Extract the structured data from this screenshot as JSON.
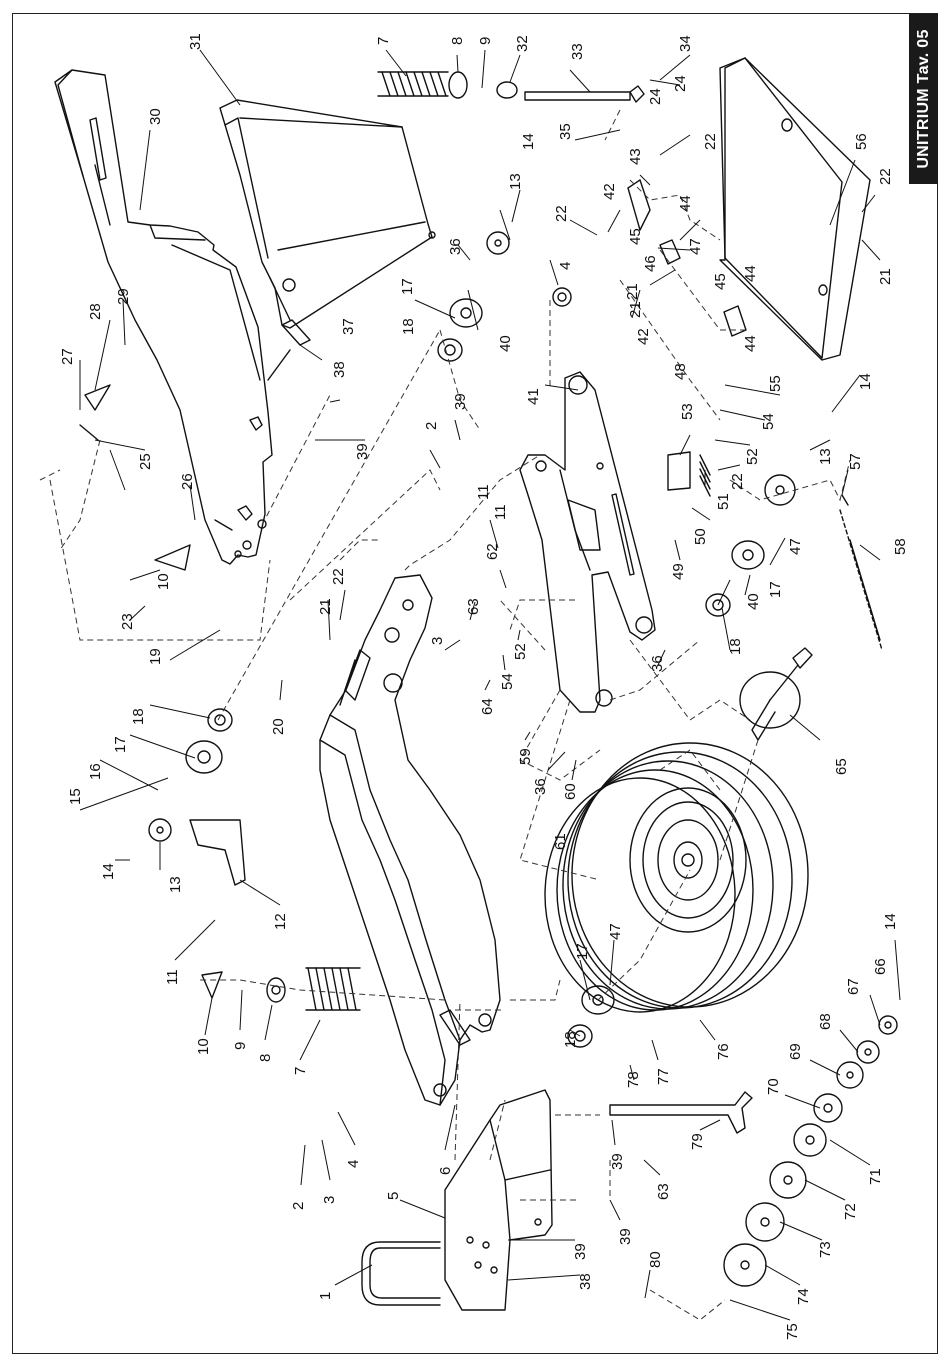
{
  "tab_label": "UNITRIUM Tav. 05",
  "colors": {
    "ink": "#111111",
    "tab_bg": "#1a1a1a",
    "tab_text": "#ffffff",
    "paper": "#ffffff"
  },
  "callouts": [
    {
      "n": "1"
    },
    {
      "n": "2"
    },
    {
      "n": "3"
    },
    {
      "n": "4"
    },
    {
      "n": "5"
    },
    {
      "n": "6"
    },
    {
      "n": "7"
    },
    {
      "n": "8"
    },
    {
      "n": "9"
    },
    {
      "n": "10"
    },
    {
      "n": "11"
    },
    {
      "n": "12"
    },
    {
      "n": "13"
    },
    {
      "n": "14"
    },
    {
      "n": "15"
    },
    {
      "n": "16"
    },
    {
      "n": "17"
    },
    {
      "n": "18"
    },
    {
      "n": "19"
    },
    {
      "n": "20"
    },
    {
      "n": "21"
    },
    {
      "n": "22"
    },
    {
      "n": "23"
    },
    {
      "n": "24"
    },
    {
      "n": "25"
    },
    {
      "n": "26"
    },
    {
      "n": "27"
    },
    {
      "n": "28"
    },
    {
      "n": "29"
    },
    {
      "n": "30"
    },
    {
      "n": "31"
    },
    {
      "n": "7"
    },
    {
      "n": "8"
    },
    {
      "n": "9"
    },
    {
      "n": "32"
    },
    {
      "n": "33"
    },
    {
      "n": "34"
    },
    {
      "n": "24"
    },
    {
      "n": "35"
    },
    {
      "n": "22"
    },
    {
      "n": "43"
    },
    {
      "n": "42"
    },
    {
      "n": "22"
    },
    {
      "n": "44"
    },
    {
      "n": "45"
    },
    {
      "n": "47"
    },
    {
      "n": "46"
    },
    {
      "n": "21"
    },
    {
      "n": "42"
    },
    {
      "n": "44"
    },
    {
      "n": "45"
    },
    {
      "n": "44"
    },
    {
      "n": "48"
    },
    {
      "n": "14"
    },
    {
      "n": "13"
    },
    {
      "n": "36"
    },
    {
      "n": "17"
    },
    {
      "n": "18"
    },
    {
      "n": "40"
    },
    {
      "n": "4"
    },
    {
      "n": "37"
    },
    {
      "n": "38"
    },
    {
      "n": "39"
    },
    {
      "n": "39"
    },
    {
      "n": "2"
    },
    {
      "n": "41"
    },
    {
      "n": "11"
    },
    {
      "n": "62"
    },
    {
      "n": "63"
    },
    {
      "n": "3"
    },
    {
      "n": "21"
    },
    {
      "n": "22"
    },
    {
      "n": "20"
    },
    {
      "n": "52"
    },
    {
      "n": "54"
    },
    {
      "n": "64"
    },
    {
      "n": "59"
    },
    {
      "n": "36"
    },
    {
      "n": "60"
    },
    {
      "n": "61"
    },
    {
      "n": "36"
    },
    {
      "n": "53"
    },
    {
      "n": "51"
    },
    {
      "n": "50"
    },
    {
      "n": "49"
    },
    {
      "n": "55"
    },
    {
      "n": "54"
    },
    {
      "n": "52"
    },
    {
      "n": "22"
    },
    {
      "n": "14"
    },
    {
      "n": "13"
    },
    {
      "n": "57"
    },
    {
      "n": "47"
    },
    {
      "n": "17"
    },
    {
      "n": "40"
    },
    {
      "n": "18"
    },
    {
      "n": "58"
    },
    {
      "n": "65"
    },
    {
      "n": "56"
    },
    {
      "n": "22"
    },
    {
      "n": "21"
    },
    {
      "n": "47"
    },
    {
      "n": "17"
    },
    {
      "n": "18"
    },
    {
      "n": "77"
    },
    {
      "n": "78"
    },
    {
      "n": "76"
    },
    {
      "n": "79"
    },
    {
      "n": "39"
    },
    {
      "n": "63"
    },
    {
      "n": "39"
    },
    {
      "n": "80"
    },
    {
      "n": "75"
    },
    {
      "n": "74"
    },
    {
      "n": "73"
    },
    {
      "n": "72"
    },
    {
      "n": "71"
    },
    {
      "n": "70"
    },
    {
      "n": "69"
    },
    {
      "n": "68"
    },
    {
      "n": "67"
    },
    {
      "n": "66"
    },
    {
      "n": "14"
    },
    {
      "n": "38"
    },
    {
      "n": "39"
    },
    {
      "n": "1"
    },
    {
      "n": "5"
    },
    {
      "n": "6"
    },
    {
      "n": "4"
    },
    {
      "n": "3"
    },
    {
      "n": "2"
    },
    {
      "n": "7"
    },
    {
      "n": "8"
    },
    {
      "n": "9"
    },
    {
      "n": "10"
    },
    {
      "n": "11"
    },
    {
      "n": "12"
    },
    {
      "n": "14"
    },
    {
      "n": "13"
    },
    {
      "n": "15"
    },
    {
      "n": "16"
    },
    {
      "n": "17"
    },
    {
      "n": "18"
    },
    {
      "n": "19"
    }
  ]
}
